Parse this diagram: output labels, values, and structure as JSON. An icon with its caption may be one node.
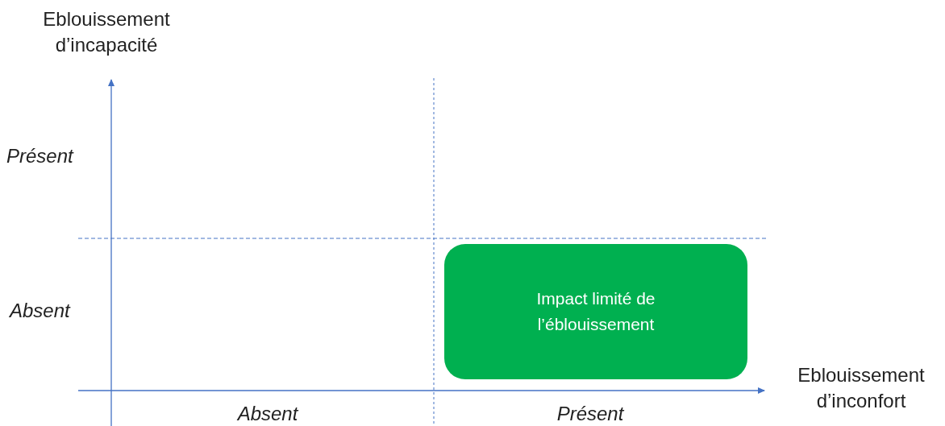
{
  "diagram": {
    "nodes": [
      {
        "text": [
          "Impact limité de l’éblouissement"
        ]
      }
    ],
    "labels": [
      "Eblouissement d’incapacité",
      "Présent",
      "Absent",
      "Eblouissement d’inconfort",
      "Absent",
      "Présent"
    ]
  }
}
